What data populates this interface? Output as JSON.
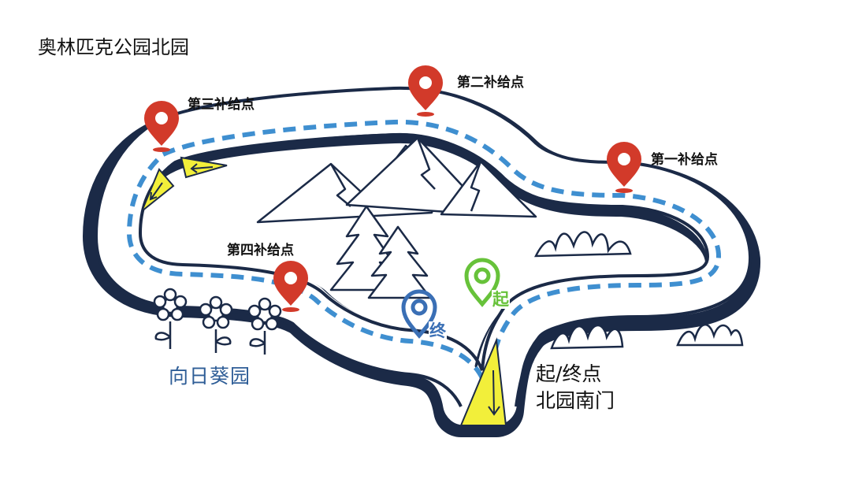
{
  "map": {
    "title": "奥林匹克公园北园",
    "supply_points": [
      {
        "id": "first",
        "label": "第一补给点"
      },
      {
        "id": "second",
        "label": "第二补给点"
      },
      {
        "id": "third",
        "label": "第三补给点"
      },
      {
        "id": "fourth",
        "label": "第四补给点"
      }
    ],
    "start_badge": "起",
    "finish_badge": "终",
    "garden_label": "向日葵园",
    "start_finish_label": "起/终点",
    "gate_label": "北园南门"
  },
  "colors": {
    "route_dash": "#3f8fd0",
    "road_edge": "#1b2a47",
    "pin_red": "#d23a2a",
    "start_green": "#67c23a",
    "finish_blue": "#3a6fb5",
    "arrow_yellow": "#f2ef3a"
  },
  "icons": [
    "map-pin-icon",
    "start-marker-icon",
    "finish-marker-icon",
    "direction-arrow-icon",
    "mountain-icon",
    "pine-tree-icon",
    "sunflower-icon",
    "grass-tuft-icon"
  ]
}
